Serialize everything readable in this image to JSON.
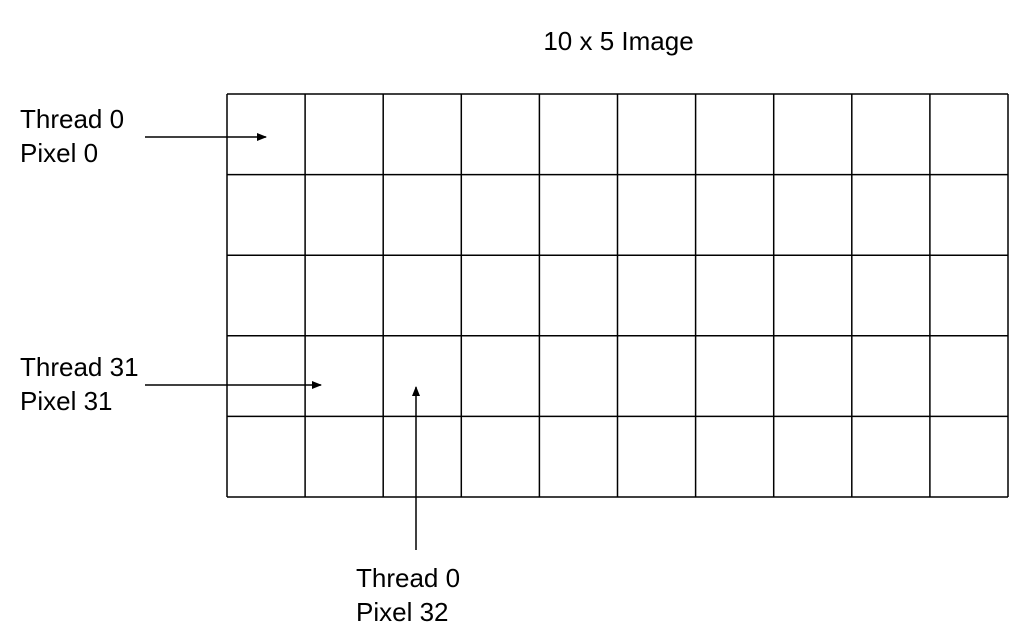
{
  "title": "10 x 5 Image",
  "grid": {
    "columns": 10,
    "rows": 5
  },
  "annotations": [
    {
      "thread": "Thread 0",
      "pixel": "Pixel 0"
    },
    {
      "thread": "Thread 31",
      "pixel": "Pixel 31"
    },
    {
      "thread": "Thread 0",
      "pixel": "Pixel 32"
    }
  ],
  "colors": {
    "line": "#000000",
    "background": "#ffffff"
  }
}
